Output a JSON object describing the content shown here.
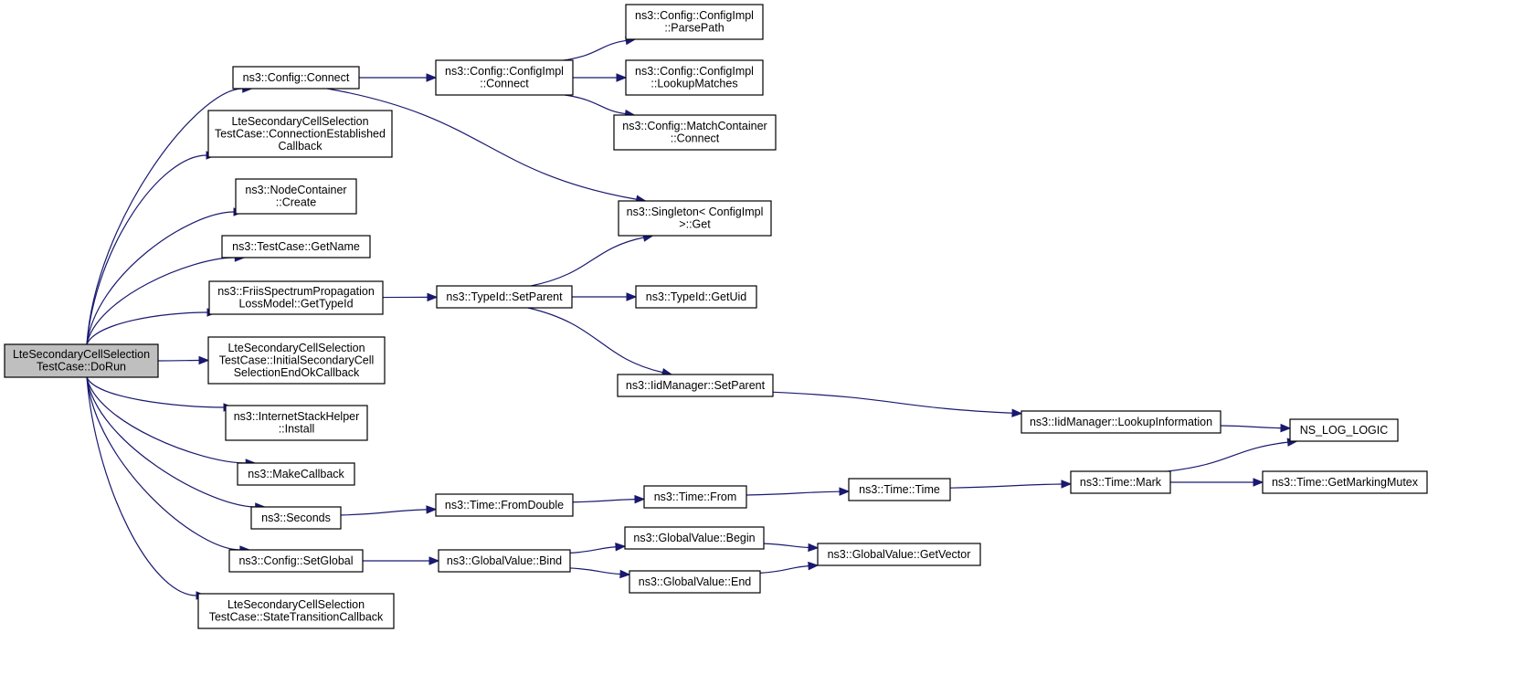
{
  "graph": {
    "edge_color": "#191970",
    "root_fill": "#bfbfbf",
    "nodes": [
      {
        "id": "root",
        "lines": [
          "LteSecondaryCellSelection",
          "TestCase::DoRun"
        ]
      },
      {
        "id": "config_connect",
        "lines": [
          "ns3::Config::Connect"
        ]
      },
      {
        "id": "connection_established",
        "lines": [
          "LteSecondaryCellSelection",
          "TestCase::ConnectionEstablished",
          "Callback"
        ]
      },
      {
        "id": "nodecontainer_create",
        "lines": [
          "ns3::NodeContainer",
          "::Create"
        ]
      },
      {
        "id": "testcase_getname",
        "lines": [
          "ns3::TestCase::GetName"
        ]
      },
      {
        "id": "friis_gettypeid",
        "lines": [
          "ns3::FriisSpectrumPropagation",
          "LossModel::GetTypeId"
        ]
      },
      {
        "id": "initial_secondary",
        "lines": [
          "LteSecondaryCellSelection",
          "TestCase::InitialSecondaryCell",
          "SelectionEndOkCallback"
        ]
      },
      {
        "id": "internetstack_install",
        "lines": [
          "ns3::InternetStackHelper",
          "::Install"
        ]
      },
      {
        "id": "makecallback",
        "lines": [
          "ns3::MakeCallback"
        ]
      },
      {
        "id": "seconds",
        "lines": [
          "ns3::Seconds"
        ]
      },
      {
        "id": "config_setglobal",
        "lines": [
          "ns3::Config::SetGlobal"
        ]
      },
      {
        "id": "state_transition",
        "lines": [
          "LteSecondaryCellSelection",
          "TestCase::StateTransitionCallback"
        ]
      },
      {
        "id": "configimpl_connect",
        "lines": [
          "ns3::Config::ConfigImpl",
          "::Connect"
        ]
      },
      {
        "id": "configimpl_parsepath",
        "lines": [
          "ns3::Config::ConfigImpl",
          "::ParsePath"
        ]
      },
      {
        "id": "configimpl_lookupmatches",
        "lines": [
          "ns3::Config::ConfigImpl",
          "::LookupMatches"
        ]
      },
      {
        "id": "matchcontainer_connect",
        "lines": [
          "ns3::Config::MatchContainer",
          "::Connect"
        ]
      },
      {
        "id": "singleton_get",
        "lines": [
          "ns3::Singleton< ConfigImpl",
          ">::Get"
        ]
      },
      {
        "id": "typeid_setparent",
        "lines": [
          "ns3::TypeId::SetParent"
        ]
      },
      {
        "id": "typeid_getuid",
        "lines": [
          "ns3::TypeId::GetUid"
        ]
      },
      {
        "id": "iidmanager_setparent",
        "lines": [
          "ns3::IidManager::SetParent"
        ]
      },
      {
        "id": "iidmanager_lookupinfo",
        "lines": [
          "ns3::IidManager::LookupInformation"
        ]
      },
      {
        "id": "ns_log_logic",
        "lines": [
          "NS_LOG_LOGIC"
        ]
      },
      {
        "id": "time_fromdouble",
        "lines": [
          "ns3::Time::FromDouble"
        ]
      },
      {
        "id": "time_from",
        "lines": [
          "ns3::Time::From"
        ]
      },
      {
        "id": "time_time",
        "lines": [
          "ns3::Time::Time"
        ]
      },
      {
        "id": "time_mark",
        "lines": [
          "ns3::Time::Mark"
        ]
      },
      {
        "id": "time_getmarkingmutex",
        "lines": [
          "ns3::Time::GetMarkingMutex"
        ]
      },
      {
        "id": "globalvalue_bind",
        "lines": [
          "ns3::GlobalValue::Bind"
        ]
      },
      {
        "id": "globalvalue_begin",
        "lines": [
          "ns3::GlobalValue::Begin"
        ]
      },
      {
        "id": "globalvalue_end",
        "lines": [
          "ns3::GlobalValue::End"
        ]
      },
      {
        "id": "globalvalue_getvector",
        "lines": [
          "ns3::GlobalValue::GetVector"
        ]
      }
    ],
    "edges": [
      [
        "root",
        "config_connect"
      ],
      [
        "root",
        "connection_established"
      ],
      [
        "root",
        "nodecontainer_create"
      ],
      [
        "root",
        "testcase_getname"
      ],
      [
        "root",
        "friis_gettypeid"
      ],
      [
        "root",
        "initial_secondary"
      ],
      [
        "root",
        "internetstack_install"
      ],
      [
        "root",
        "makecallback"
      ],
      [
        "root",
        "seconds"
      ],
      [
        "root",
        "config_setglobal"
      ],
      [
        "root",
        "state_transition"
      ],
      [
        "config_connect",
        "configimpl_connect"
      ],
      [
        "config_connect",
        "singleton_get"
      ],
      [
        "configimpl_connect",
        "configimpl_parsepath"
      ],
      [
        "configimpl_connect",
        "configimpl_lookupmatches"
      ],
      [
        "configimpl_connect",
        "matchcontainer_connect"
      ],
      [
        "friis_gettypeid",
        "typeid_setparent"
      ],
      [
        "typeid_setparent",
        "singleton_get"
      ],
      [
        "typeid_setparent",
        "typeid_getuid"
      ],
      [
        "typeid_setparent",
        "iidmanager_setparent"
      ],
      [
        "iidmanager_setparent",
        "iidmanager_lookupinfo"
      ],
      [
        "iidmanager_lookupinfo",
        "ns_log_logic"
      ],
      [
        "seconds",
        "time_fromdouble"
      ],
      [
        "time_fromdouble",
        "time_from"
      ],
      [
        "time_from",
        "time_time"
      ],
      [
        "time_time",
        "time_mark"
      ],
      [
        "time_mark",
        "ns_log_logic"
      ],
      [
        "time_mark",
        "time_getmarkingmutex"
      ],
      [
        "config_setglobal",
        "globalvalue_bind"
      ],
      [
        "globalvalue_bind",
        "globalvalue_begin"
      ],
      [
        "globalvalue_bind",
        "globalvalue_end"
      ],
      [
        "globalvalue_begin",
        "globalvalue_getvector"
      ],
      [
        "globalvalue_end",
        "globalvalue_getvector"
      ]
    ]
  }
}
